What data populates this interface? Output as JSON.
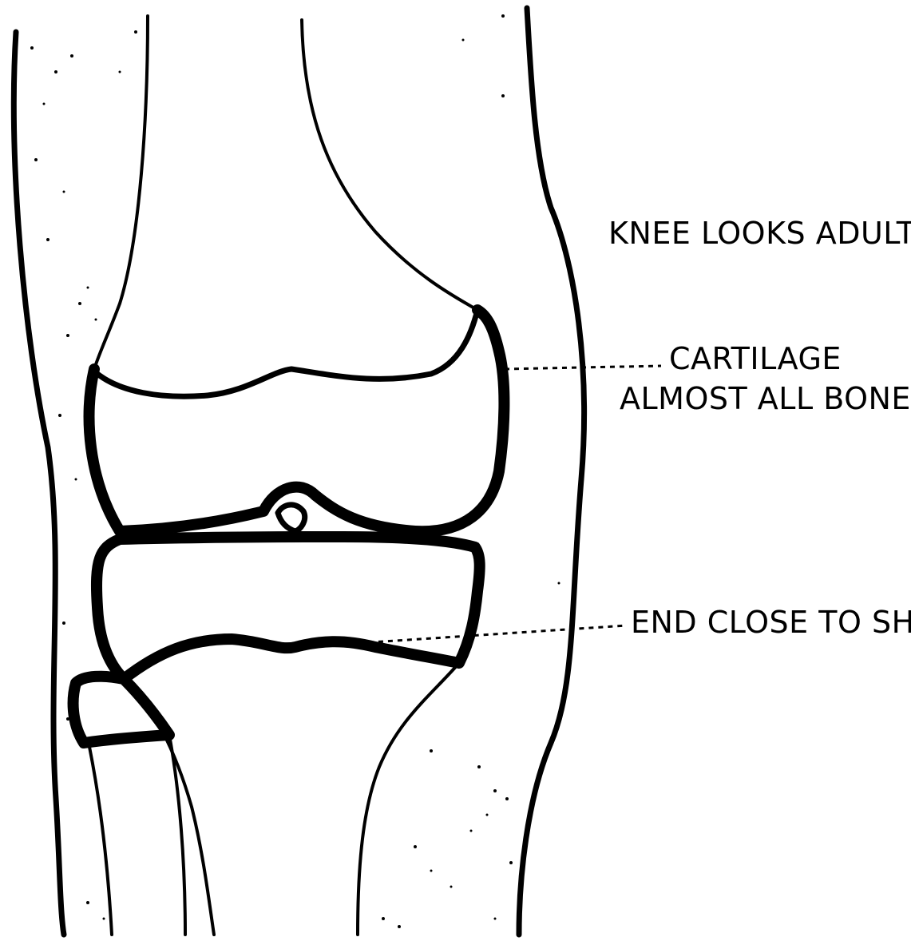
{
  "labels": {
    "knee": "KNEE LOOKS ADULT",
    "cartilage_line1": "CARTILAGE",
    "cartilage_line2": "ALMOST ALL BONE",
    "end": "END CLOSE TO SHAFT"
  },
  "colors": {
    "ink": "#000000",
    "paper": "#ffffff"
  }
}
